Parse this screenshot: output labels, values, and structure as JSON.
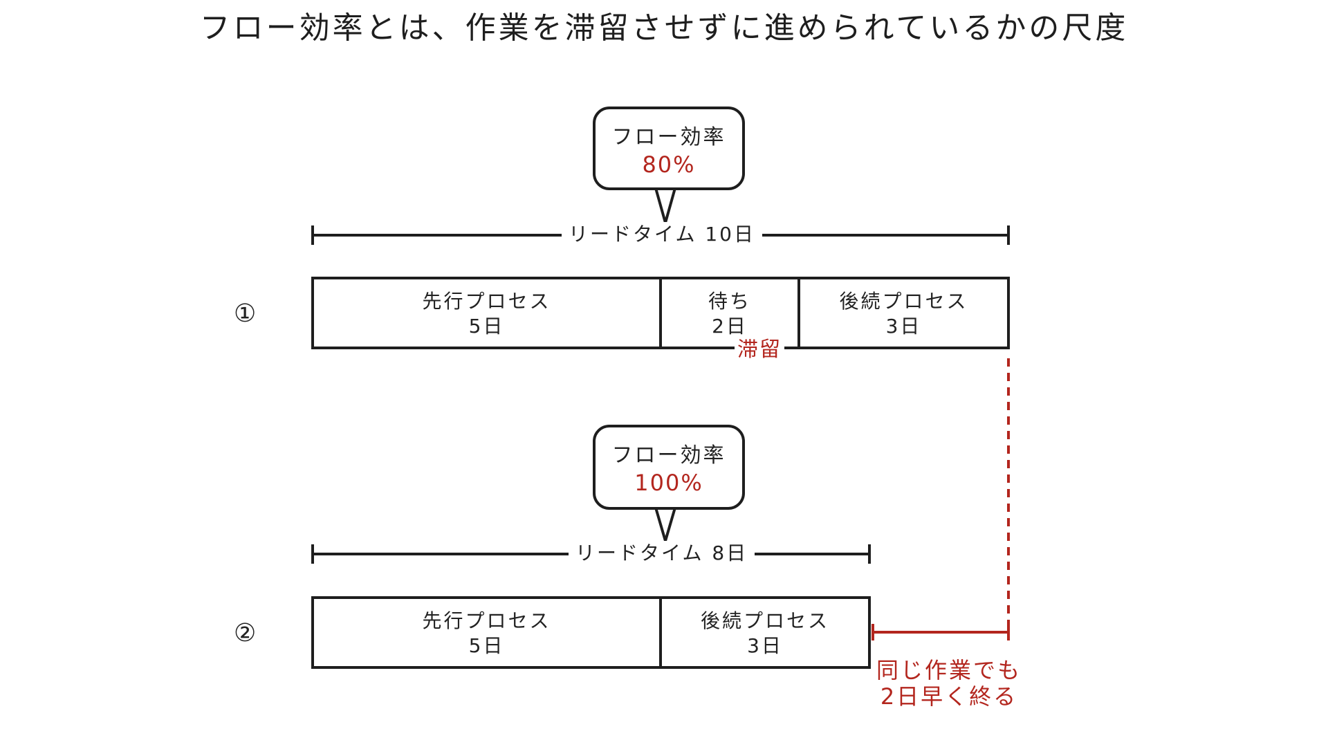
{
  "title": "フロー効率とは、作業を滞留させずに進められているかの尺度",
  "colors": {
    "ink": "#1e1e1e",
    "accent": "#b3261e"
  },
  "scenarios": [
    {
      "marker": "①",
      "flow_efficiency_label": "フロー効率",
      "flow_efficiency_value": "80%",
      "lead_time_label": "リードタイム 10日",
      "segments": [
        {
          "name": "先行プロセス",
          "days": "5日"
        },
        {
          "name": "待ち",
          "days": "2日"
        },
        {
          "name": "後続プロセス",
          "days": "3日"
        }
      ],
      "wait_note": "滞留"
    },
    {
      "marker": "②",
      "flow_efficiency_label": "フロー効率",
      "flow_efficiency_value": "100%",
      "lead_time_label": "リードタイム 8日",
      "segments": [
        {
          "name": "先行プロセス",
          "days": "5日"
        },
        {
          "name": "後続プロセス",
          "days": "3日"
        }
      ]
    }
  ],
  "saving_note": {
    "line1": "同じ作業でも",
    "line2": "2日早く終る"
  }
}
